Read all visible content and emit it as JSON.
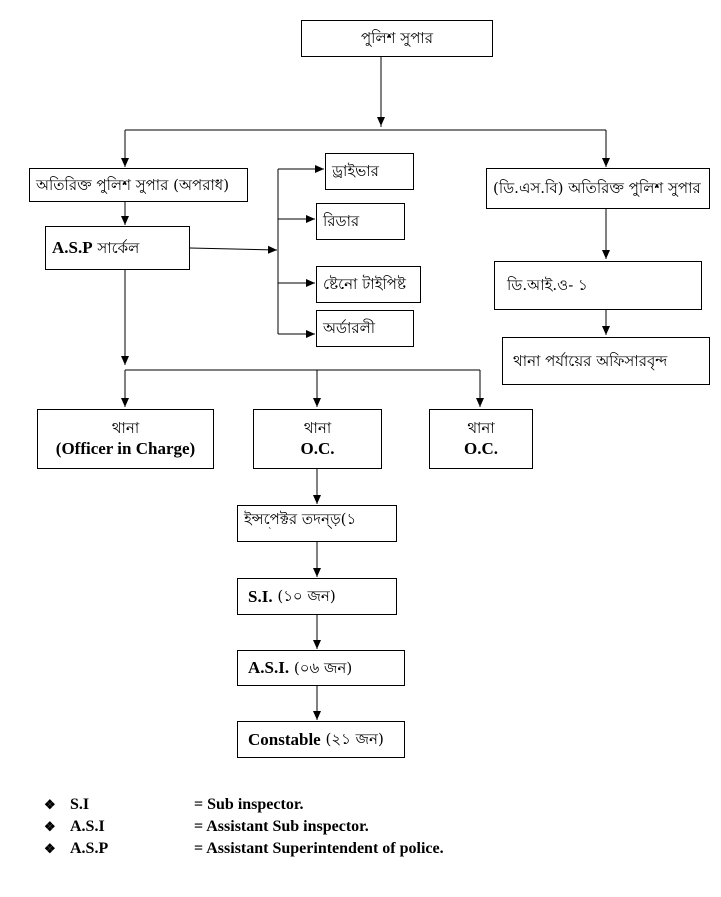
{
  "nodes": {
    "sp": "পুলিশ সুপার",
    "addl_sp_crime": "অতিরিক্ত পুলিশ সুপার (অপরাধ)",
    "addl_sp_dsb": "(ডি.এস.বি) অতিরিক্ত পুলিশ সুপার",
    "asp_circle_abbr": "A.S.P",
    "asp_circle_suffix": " সার্কেল",
    "driver": "ড্রাইভার",
    "reader": "রিডার",
    "steno_typist": "ষ্টেনো টাইপিষ্ট",
    "orderly": "অর্ডারলী",
    "dio1": "ডি.আই.ও- ১",
    "thana_officers": "থানা পর্যায়ের অফিসারবৃন্দ",
    "thana_oic": {
      "line1": "থানা",
      "line2": "(Officer in Charge)"
    },
    "thana_oc_1": {
      "line1": "থানা",
      "line2": "O.C."
    },
    "thana_oc_2": {
      "line1": "থানা",
      "line2": "O.C."
    },
    "inspector": {
      "line1": "ইন্সপেক্টর তদন্ড়(১",
      "line2": "`"
    },
    "si": {
      "abbr": "S.I.",
      "count": " (১০ জন)"
    },
    "asi": {
      "abbr": "A.S.I.",
      "count": " (০৬ জন)"
    },
    "constable": {
      "abbr": "Constable",
      "count": " (২১ জন)"
    }
  },
  "legend": [
    {
      "bullet": "❖",
      "abbr": "S.I",
      "meaning": "= Sub inspector."
    },
    {
      "bullet": "❖",
      "abbr": "A.S.I",
      "meaning": "= Assistant Sub inspector."
    },
    {
      "bullet": "❖",
      "abbr": "A.S.P",
      "meaning": "= Assistant Superintendent of police."
    }
  ]
}
